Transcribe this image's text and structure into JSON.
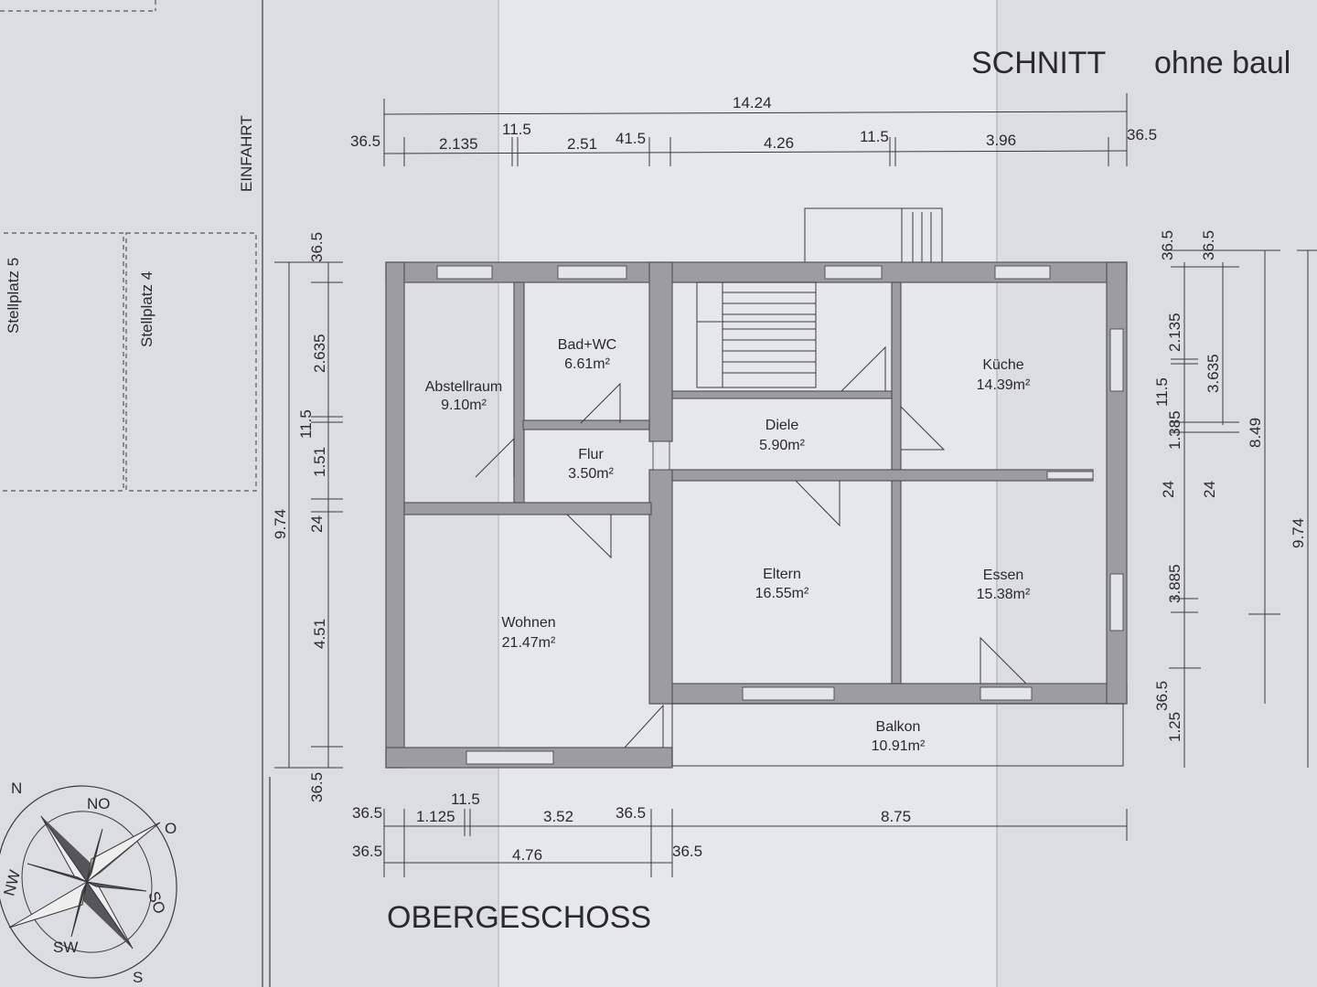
{
  "headings": {
    "section": "SCHNITT",
    "section_note": "ohne baul",
    "floor": "OBERGESCHOSS",
    "driveway": "EINFAHRT",
    "parking_5": "Stellplatz 5",
    "parking_4": "Stellplatz 4"
  },
  "rooms": [
    {
      "name": "Abstellraum",
      "area": "9.10m²"
    },
    {
      "name": "Bad+WC",
      "area": "6.61m²"
    },
    {
      "name": "Flur",
      "area": "3.50m²"
    },
    {
      "name": "Diele",
      "area": "5.90m²"
    },
    {
      "name": "Küche",
      "area": "14.39m²"
    },
    {
      "name": "Eltern",
      "area": "16.55m²"
    },
    {
      "name": "Essen",
      "area": "15.38m²"
    },
    {
      "name": "Wohnen",
      "area": "21.47m²"
    },
    {
      "name": "Balkon",
      "area": "10.91m²"
    }
  ],
  "dimensions": {
    "top_total": "14.24",
    "top": [
      "36.5",
      "2.135",
      "11.5",
      "2.51",
      "41.5",
      "4.26",
      "11.5",
      "3.96",
      "36.5"
    ],
    "left_total": "9.74",
    "left": [
      "36.5",
      "2.635",
      "11.5",
      "1.51",
      "24",
      "4.51",
      "36.5"
    ],
    "right_1": [
      "36.5",
      "2.135",
      "11.5",
      "1.385",
      "24",
      "3.885",
      "36.5",
      "1.25"
    ],
    "right_2": [
      "36.5",
      "3.635",
      "24",
      "8.49"
    ],
    "right_total": "9.74",
    "bottom_1": [
      "36.5",
      "1.125",
      "11.5",
      "3.52",
      "36.5",
      "8.75"
    ],
    "bottom_2": [
      "36.5",
      "4.76",
      "36.5"
    ]
  },
  "compass": {
    "n": "N",
    "no": "NO",
    "o": "O",
    "so": "SO",
    "s": "S",
    "sw": "SW",
    "nw": "NW"
  },
  "colors": {
    "paper": "#dcdde3",
    "wall": "#9c9ca2",
    "ink": "#2a2a2e"
  }
}
